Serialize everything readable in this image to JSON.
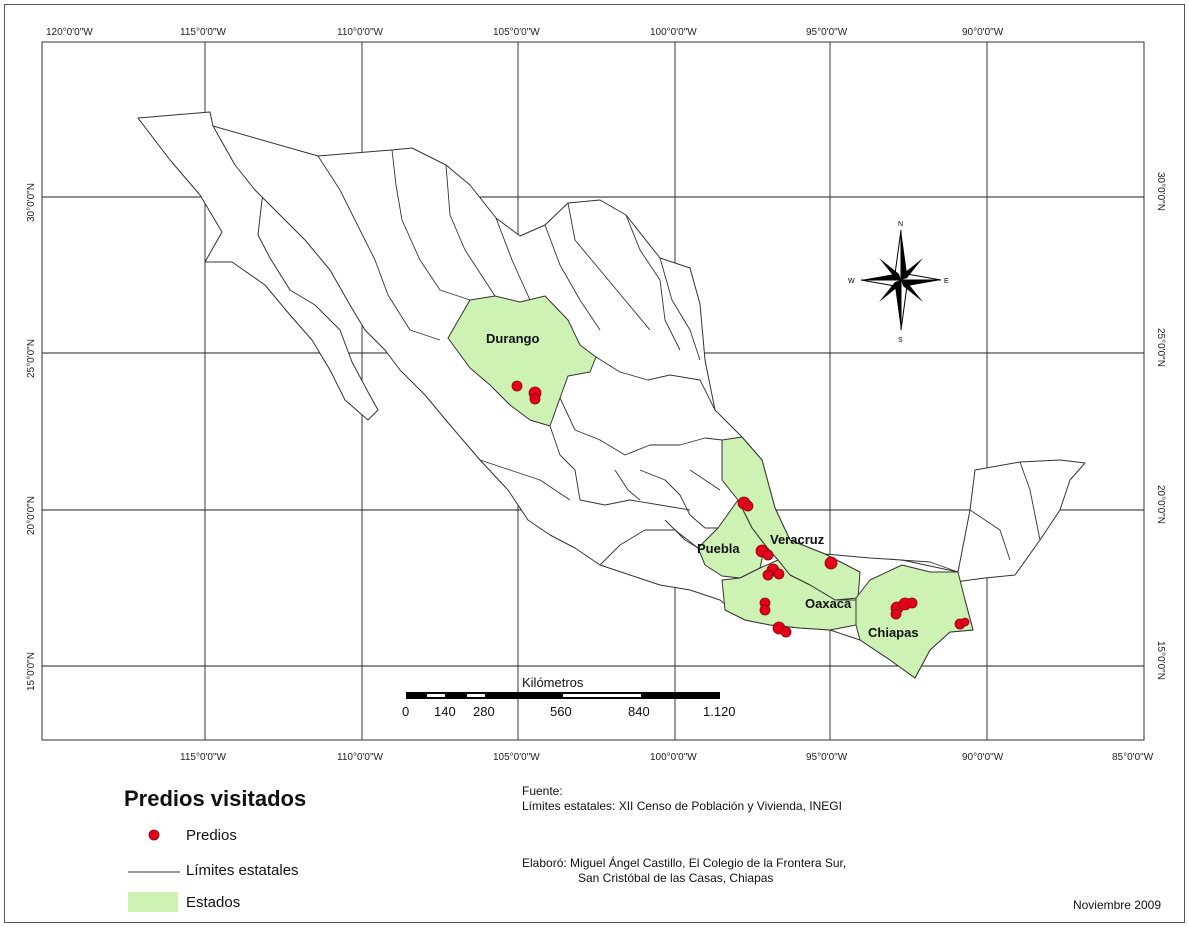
{
  "legend": {
    "title": "Predios visitados",
    "items": [
      {
        "label": "Predios"
      },
      {
        "label": "Límites estatales"
      },
      {
        "label": "Estados"
      }
    ]
  },
  "colors": {
    "highlight_fill": "#cdf2b4",
    "point_fill": "#e3001b",
    "boundary": "#333333",
    "grid": "#222222"
  },
  "axes": {
    "longitude_labels": [
      "120°0'0\"W",
      "115°0'0\"W",
      "110°0'0\"W",
      "105°0'0\"W",
      "100°0'0\"W",
      "95°0'0\"W",
      "90°0'0\"W",
      "85°0'0\"W"
    ],
    "latitude_labels": [
      "30°0'0\"N",
      "25°0'0\"N",
      "20°0'0\"N",
      "15°0'0\"N"
    ]
  },
  "states_highlighted": [
    "Durango",
    "Veracruz",
    "Puebla",
    "Oaxaca",
    "Chiapas"
  ],
  "scale_bar": {
    "title": "Kilómetros",
    "ticks": [
      "0",
      "140",
      "280",
      "560",
      "840",
      "1.120"
    ]
  },
  "compass": {
    "n": "N",
    "s": "S",
    "e": "E",
    "w": "W"
  },
  "source": {
    "heading": "Fuente:",
    "limits": "Límites estatales: XII Censo de Población y Vivienda, INEGI",
    "author_line1": "Elaboró: Miguel Ángel Castillo,  El Colegio de la Frontera Sur,",
    "author_line2": "San Cristóbal de las Casas, Chiapas",
    "date": "Noviembre 2009"
  }
}
